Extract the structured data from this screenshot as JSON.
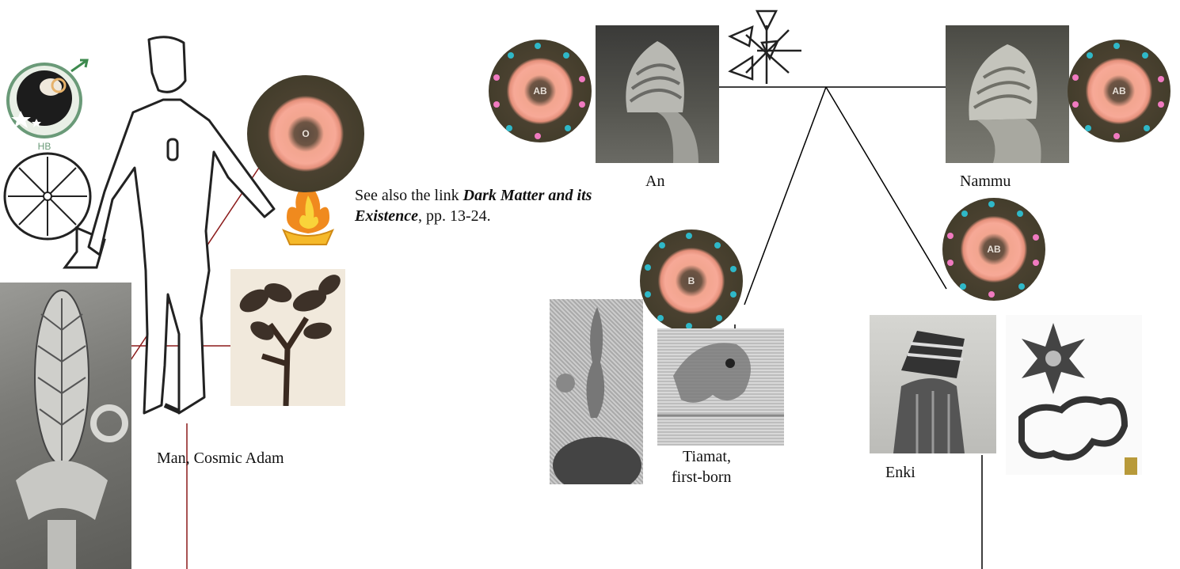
{
  "labels": {
    "an": "An",
    "nammu": "Nammu",
    "tiamat_line1": "Tiamat,",
    "tiamat_line2": "first-born",
    "enki": "Enki",
    "man": "Man, Cosmic Adam"
  },
  "note": {
    "prefix": "See also the link ",
    "link": "Dark Matter and its Existence",
    "suffix": ", pp. 13-24."
  },
  "discs": {
    "an": "AB",
    "nammu": "AB",
    "enki": "AB",
    "tiamat": "B",
    "man": "O"
  },
  "badge": "HB",
  "colors": {
    "tree_lines": "#8b1a1a",
    "lines": "#000000",
    "disc_outer": "#3b3826",
    "disc_inner": "#f7a997",
    "dot_cyan": "#2fb8c8",
    "dot_pink": "#f07ac0"
  }
}
